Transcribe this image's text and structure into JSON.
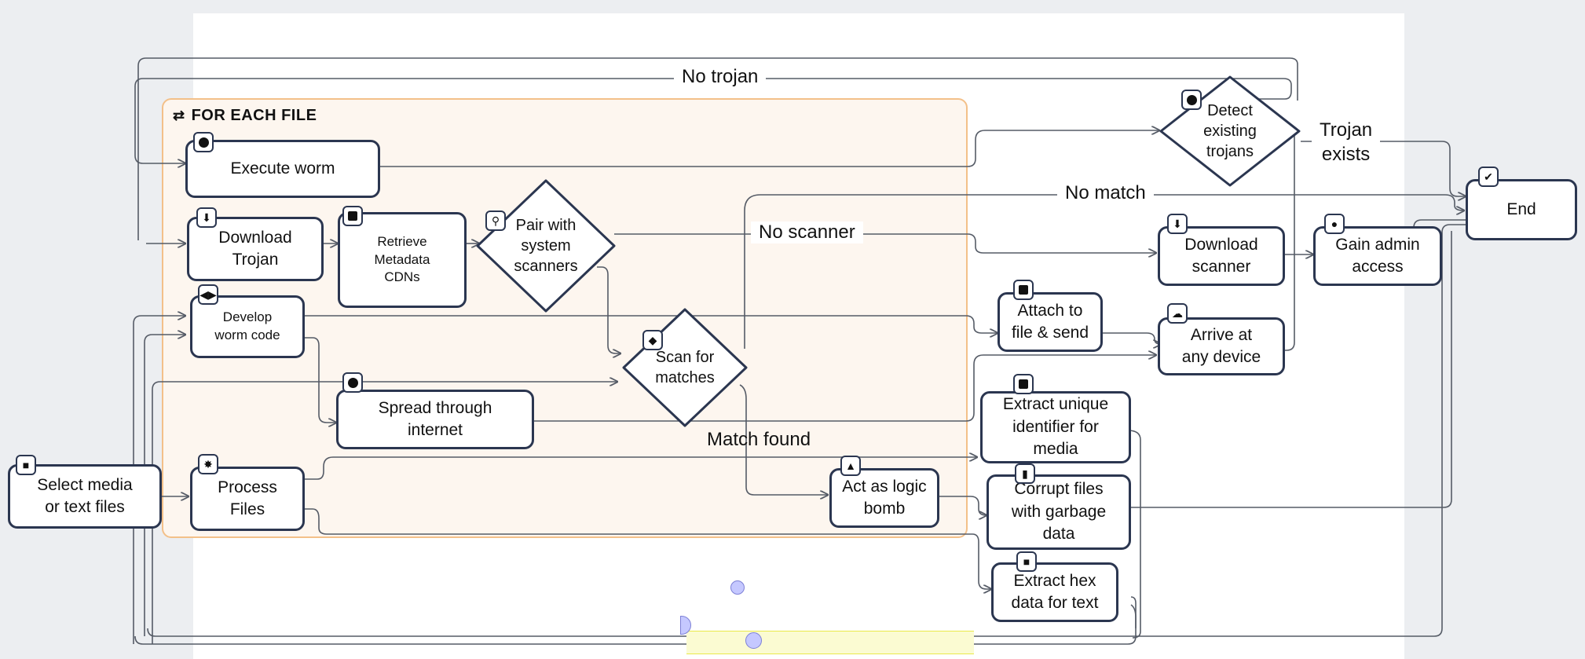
{
  "loop": {
    "label": "FOR EACH FILE",
    "icon": "⇄"
  },
  "nodes": {
    "select_media": "Select media\nor text files",
    "execute_worm": "Execute  worm",
    "download_trojan": "Download\nTrojan",
    "retrieve_metadata": "Retrieve\nMetadata\nCDNs",
    "develop_worm": "Develop\nworm code",
    "spread_internet": "Spread through\ninternet",
    "process_files": "Process\nFiles",
    "act_logic_bomb": "Act as logic\nbomb",
    "detect_trojans": "Detect\nexisting\ntrojans",
    "pair_scanners": "Pair with\nsystem\nscanners",
    "scan_matches": "Scan for\nmatches",
    "download_scanner": "Download\nscanner",
    "gain_admin": "Gain admin\naccess",
    "attach_send": "Attach to\nfile & send",
    "arrive_device": "Arrive at\nany device",
    "extract_identifier": "Extract unique\nidentifier for\nmedia",
    "corrupt_files": "Corrupt files\nwith garbage\ndata",
    "extract_hex": "Extract hex\ndata for text",
    "end": "End"
  },
  "edge_labels": {
    "no_trojan": "No trojan",
    "trojan_exists": "Trojan\nexists",
    "no_match": "No match",
    "no_scanner": "No scanner",
    "match_found": "Match found"
  },
  "icons": {
    "select_media": "document-icon",
    "execute_worm": "circle-icon",
    "download_trojan": "download-icon",
    "retrieve_metadata": "database-icon",
    "develop_worm": "code-icon",
    "spread_internet": "globe-icon",
    "process_files": "gear-icon",
    "act_logic_bomb": "warning-icon",
    "detect_trojans": "circle-icon",
    "pair_scanners": "search-icon",
    "scan_matches": "shield-icon",
    "download_scanner": "download-icon",
    "gain_admin": "user-icon",
    "attach_send": "square-icon",
    "arrive_device": "cloud-icon",
    "extract_identifier": "square-icon",
    "corrupt_files": "trash-icon",
    "extract_hex": "file-icon",
    "end": "check-icon"
  },
  "colors": {
    "node_border": "#2b3650",
    "loop_border": "#f3c089",
    "edge": "#555b66"
  }
}
